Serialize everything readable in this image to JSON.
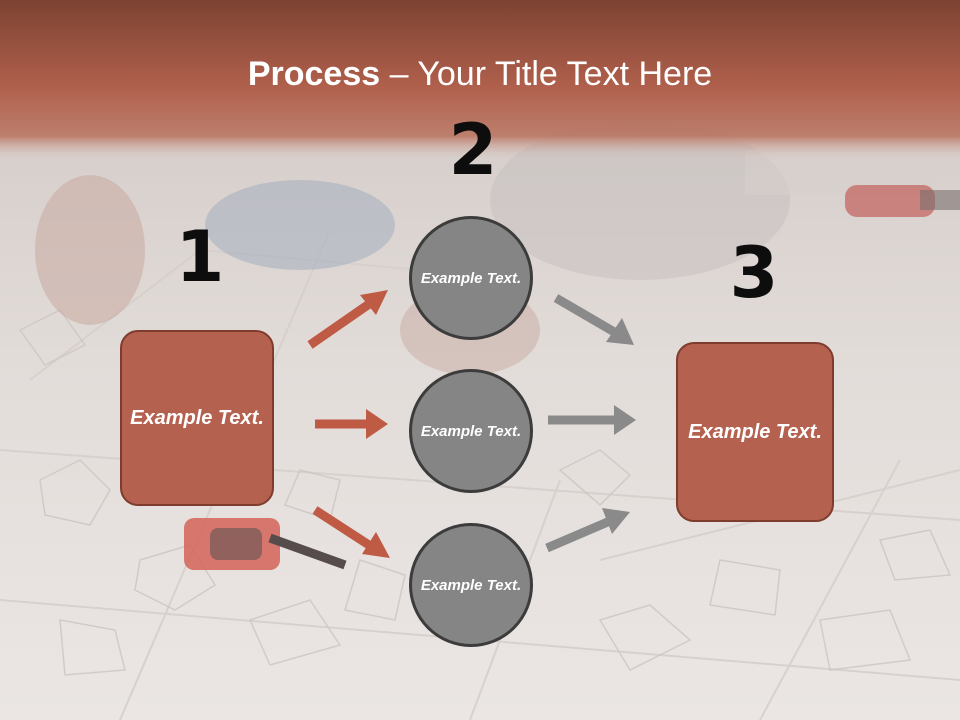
{
  "title": {
    "bold": "Process",
    "rest": " – Your Title Text Here"
  },
  "steps": {
    "one": "1",
    "two": "2",
    "three": "3"
  },
  "left_box": {
    "text": "Example Text."
  },
  "circles": [
    {
      "text": "Example Text."
    },
    {
      "text": "Example Text."
    },
    {
      "text": "Example Text."
    }
  ],
  "right_box": {
    "text": "Example Text."
  },
  "colors": {
    "header": "#a85a49",
    "box_fill": "#b5614f",
    "box_border": "#7e3b2e",
    "circle_fill": "#858585",
    "circle_border": "#3c3c3c",
    "arrow_red": "#bf5a45",
    "arrow_grey": "#8a8a8a"
  }
}
